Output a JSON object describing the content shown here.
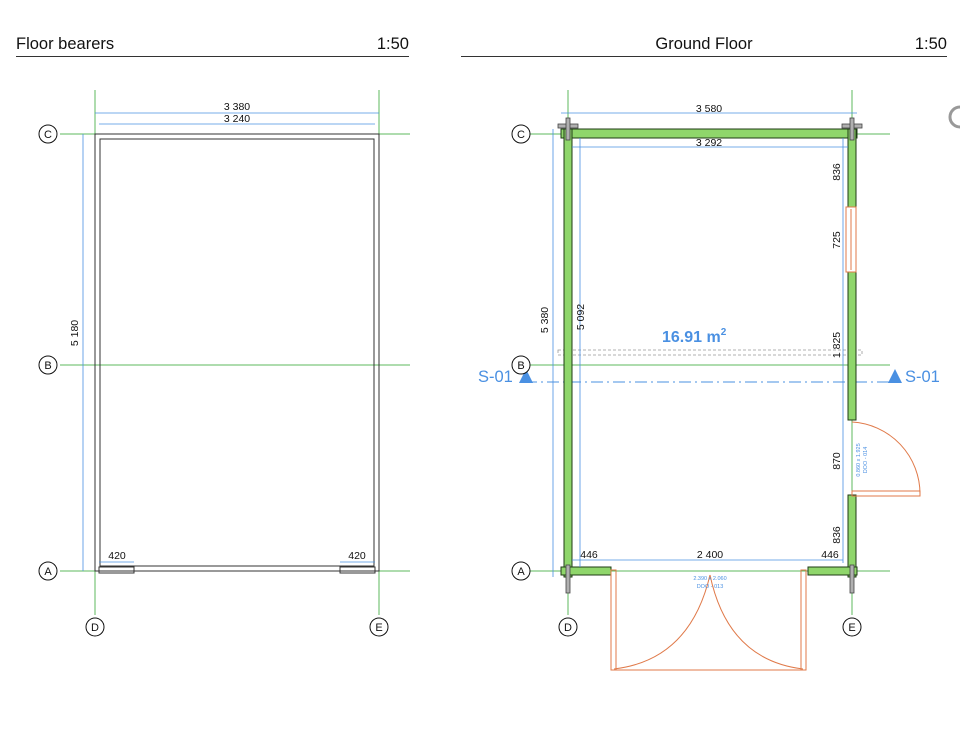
{
  "left_sheet": {
    "title": "Floor bearers",
    "scale": "1:50"
  },
  "right_sheet": {
    "title": "Ground Floor",
    "scale": "1:50"
  },
  "grid_labels": {
    "row_top": "C",
    "row_mid": "B",
    "row_bottom": "A",
    "col_left": "D",
    "col_right": "E"
  },
  "left_dims": {
    "outer_width": "3 380",
    "inner_width": "3 240",
    "length": "5 180",
    "bearer_left": "420",
    "bearer_right": "420"
  },
  "right_dims": {
    "outer_width": "3 580",
    "inner_width": "3 292",
    "outer_length": "5 380",
    "inner_length": "5 092",
    "right_1": "836",
    "right_2": "725",
    "right_3": "1 825",
    "right_4": "870",
    "right_5": "836",
    "bottom_1": "446",
    "bottom_2": "2 400",
    "bottom_3": "446"
  },
  "area": {
    "value": "16.91 m",
    "sup": "2"
  },
  "section_marker": "S-01",
  "door_main": {
    "size": "2.390 x 2.060",
    "code": "DOO - 013"
  },
  "door_side": {
    "size": "0.860 x 1.925",
    "code": "DOO - 014"
  },
  "colors": {
    "grid": "#5cb85c",
    "dimension": "#4a90e2",
    "wall": "#1f3b16",
    "wall_fill": "#8fd66b",
    "door": "#e07a4a",
    "text_blue": "#4a90e2"
  }
}
